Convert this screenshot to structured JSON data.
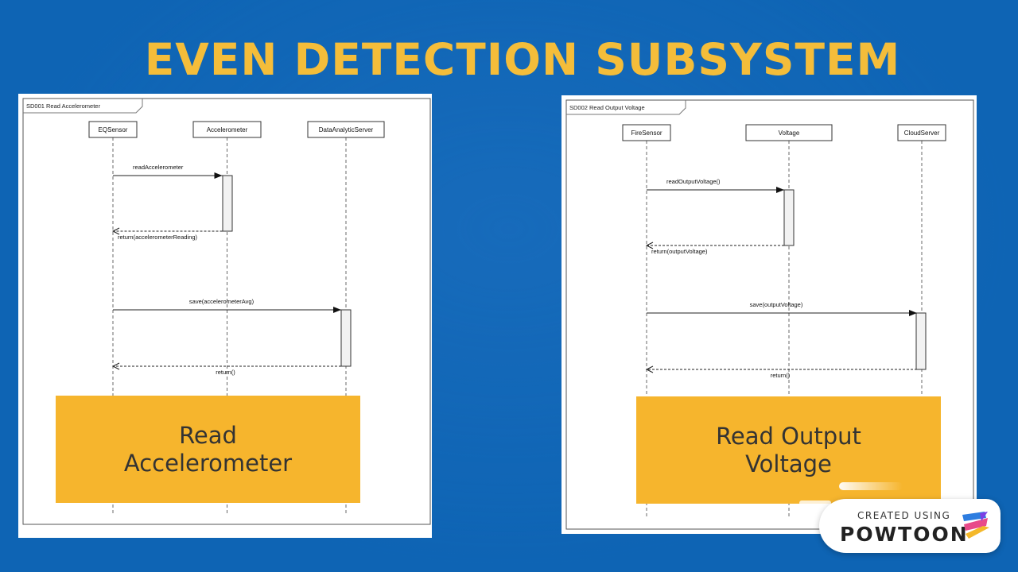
{
  "title": "EVEN DETECTION SUBSYSTEM",
  "diagrams": [
    {
      "frame_label": "SD001 Read Accelerometer",
      "lifelines": [
        "EQSensor",
        "Accelerometer",
        "DataAnalyticServer"
      ],
      "messages": [
        {
          "label": "readAccelerometer",
          "from": 0,
          "to": 1,
          "kind": "call"
        },
        {
          "label": "return(accelerometerReading)",
          "from": 1,
          "to": 0,
          "kind": "return"
        },
        {
          "label": "save(accelerometerAvg)",
          "from": 0,
          "to": 2,
          "kind": "call"
        },
        {
          "label": "return()",
          "from": 2,
          "to": 0,
          "kind": "return"
        }
      ],
      "caption": "Read\nAccelerometer"
    },
    {
      "frame_label": "SD002 Read Output Voltage",
      "lifelines": [
        "FireSensor",
        "Voltage",
        "CloudServer"
      ],
      "messages": [
        {
          "label": "readOutputVoltage()",
          "from": 0,
          "to": 1,
          "kind": "call"
        },
        {
          "label": "return(outputVoltage)",
          "from": 1,
          "to": 0,
          "kind": "return"
        },
        {
          "label": "save(outputVoltage)",
          "from": 0,
          "to": 2,
          "kind": "call"
        },
        {
          "label": "return()",
          "from": 2,
          "to": 0,
          "kind": "return"
        }
      ],
      "caption": "Read Output\nVoltage"
    }
  ],
  "watermark": {
    "top_text": "CREATED USING",
    "brand": "POWTOON"
  },
  "colors": {
    "background": "#0e64b4",
    "title": "#f4bd3a",
    "caption_box": "#f6b52d",
    "caption_text": "#333333"
  }
}
